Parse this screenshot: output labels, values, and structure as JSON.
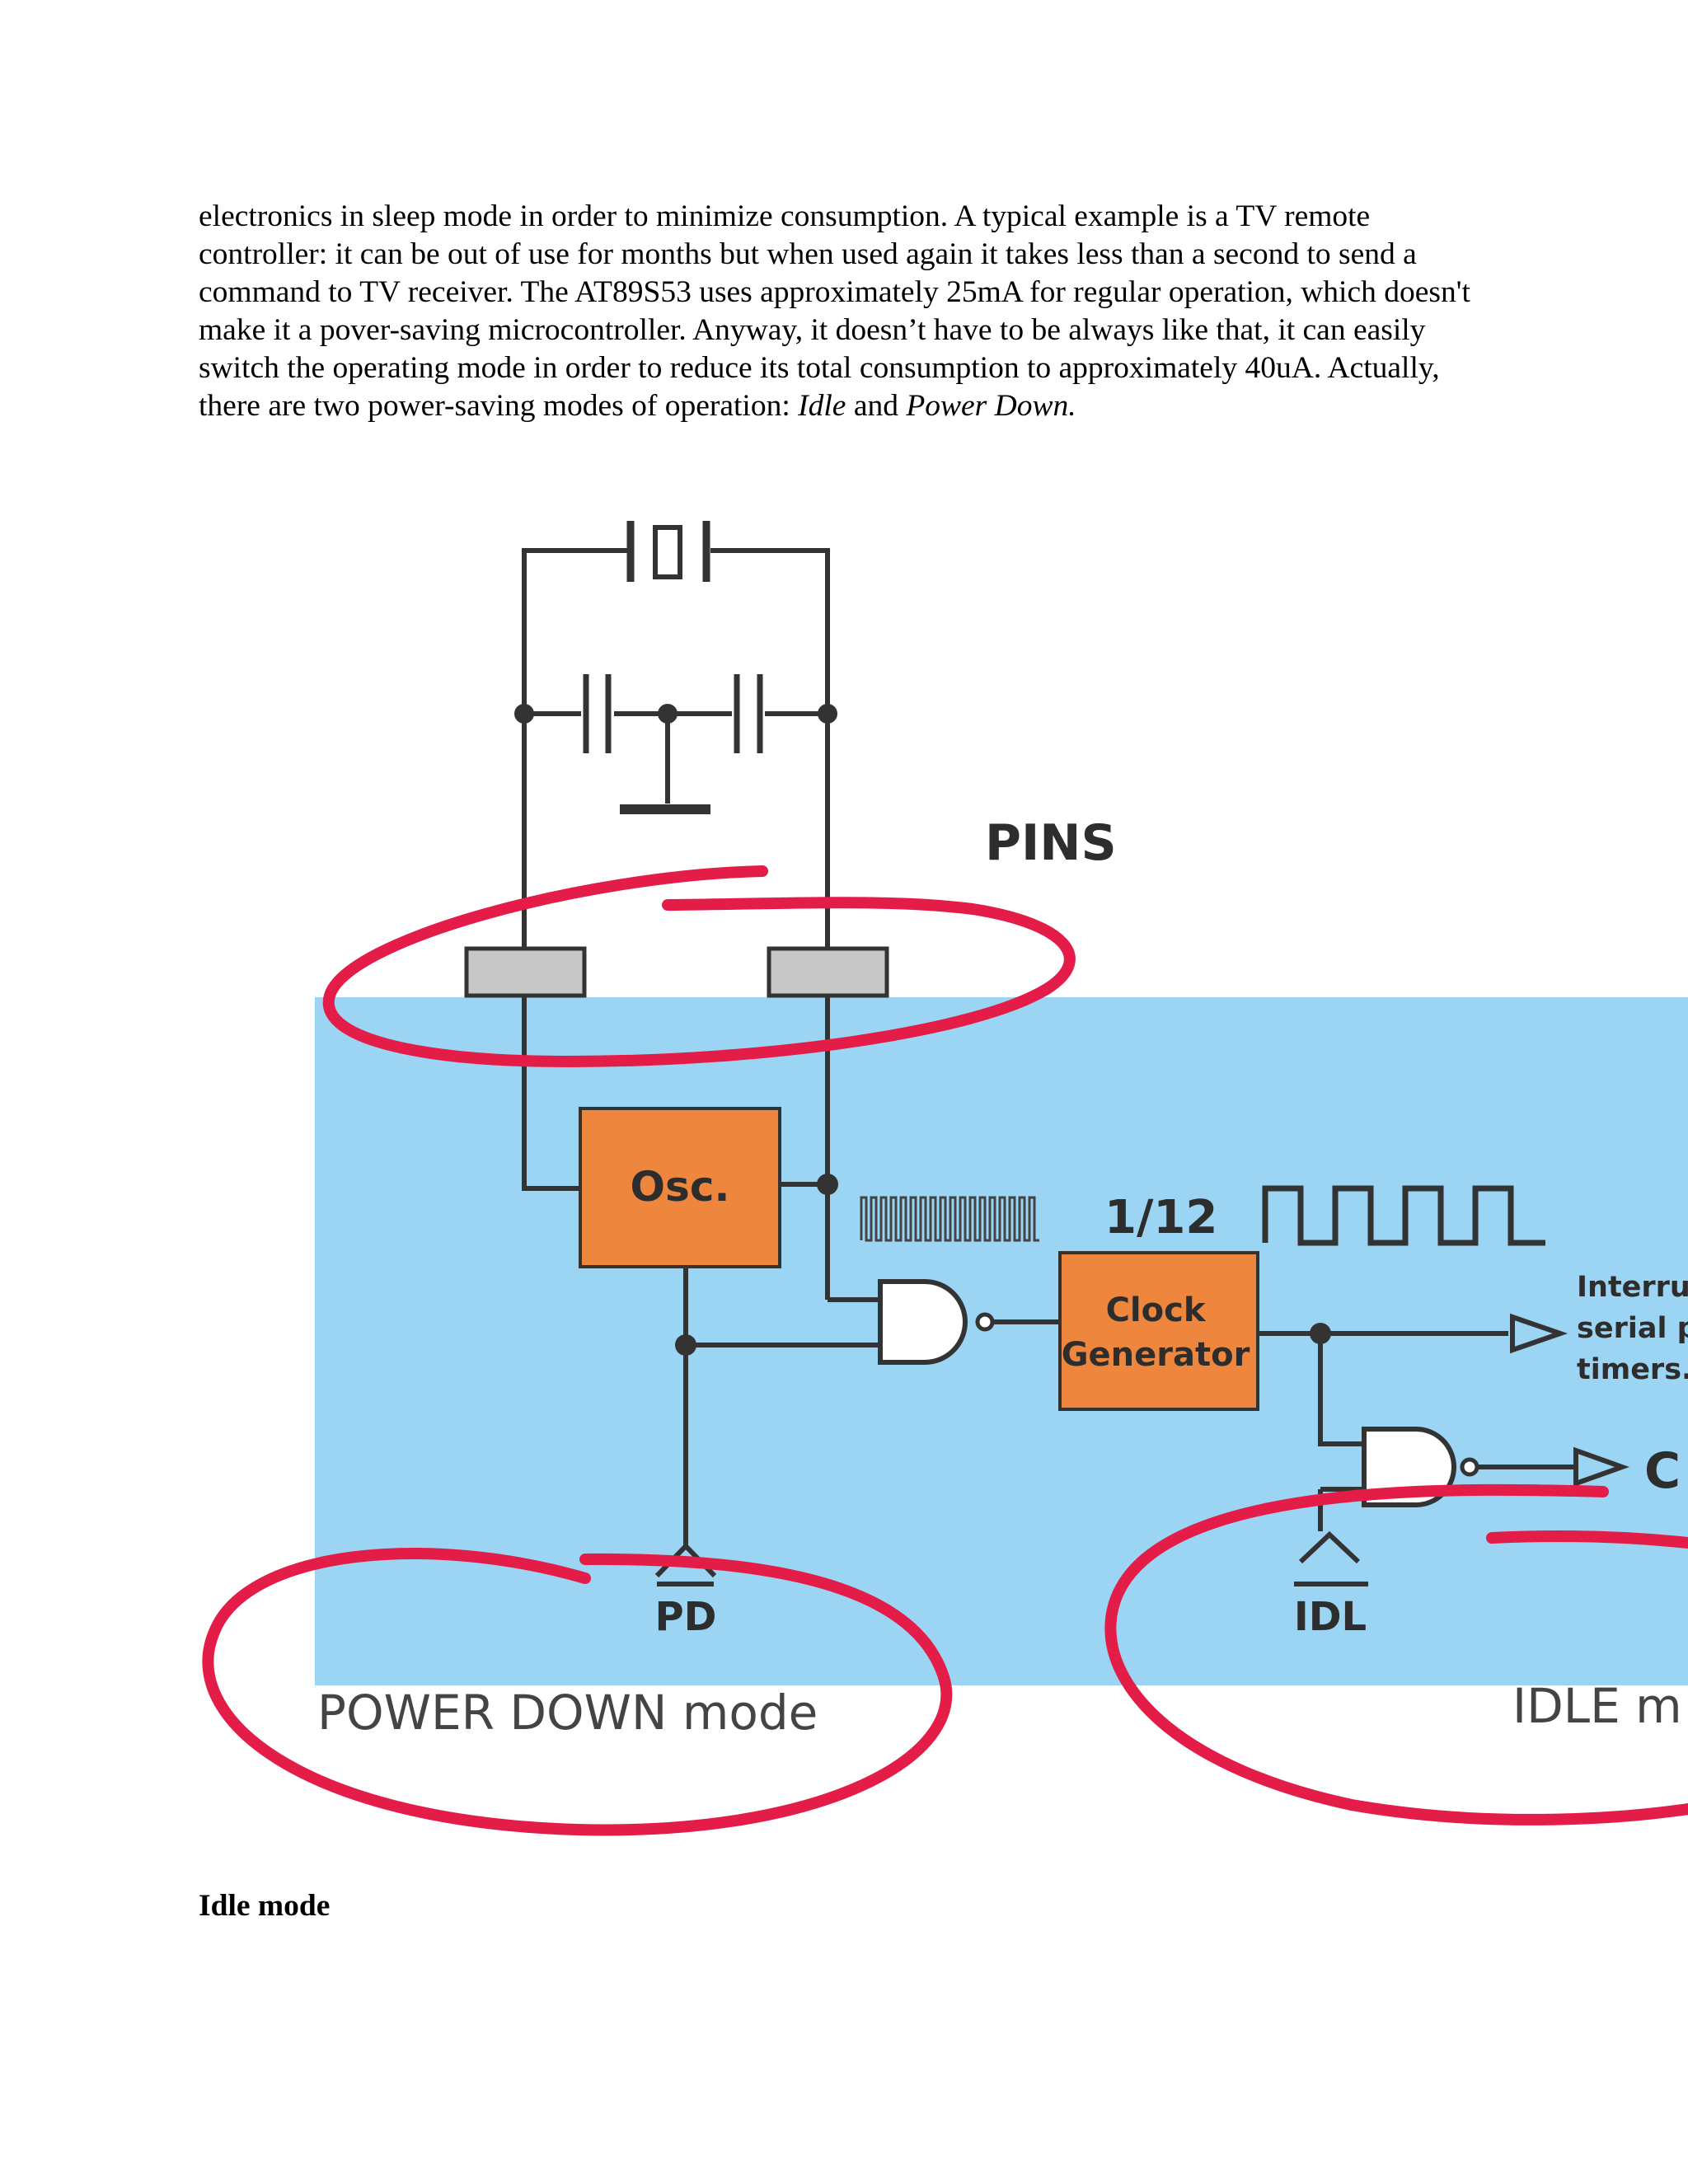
{
  "paragraph": {
    "part1": "electronics in sleep mode in order to minimize consumption. A typical example is a TV remote controller: it can be out of use for months but when used again it takes less than a second to send a command to TV receiver. The AT89S53 uses approximately 25mA for regular operation, which doesn't make it a pover-saving microcontroller. Anyway, it doesn’t have to be always like that, it can easily switch the operating mode in order to reduce its total consumption to approximately 40uA. Actually, there are two power-saving modes of operation: ",
    "idle": "Idle",
    "and": " and ",
    "power_down": "Power Down."
  },
  "diagram": {
    "pins_label": "PINS",
    "osc_label": "Osc.",
    "divider_label": "1/12",
    "clock_generator_line1": "Clock",
    "clock_generator_line2": "Generator",
    "interrupt_line1": "Interrup",
    "interrupt_line2": "serial p",
    "interrupt_line3": "timers.",
    "cpu_label": "C",
    "pd_label": "PD",
    "idl_label": "IDL",
    "power_down_caption": "POWER DOWN mode",
    "idle_caption": "IDLE m",
    "colors": {
      "chip_background": "#9cd4f4",
      "block_fill": "#ee863e",
      "pin_fill": "#c7c7c7",
      "highlight_ring": "#e31d48"
    }
  },
  "section": {
    "heading": "Idle mode"
  }
}
